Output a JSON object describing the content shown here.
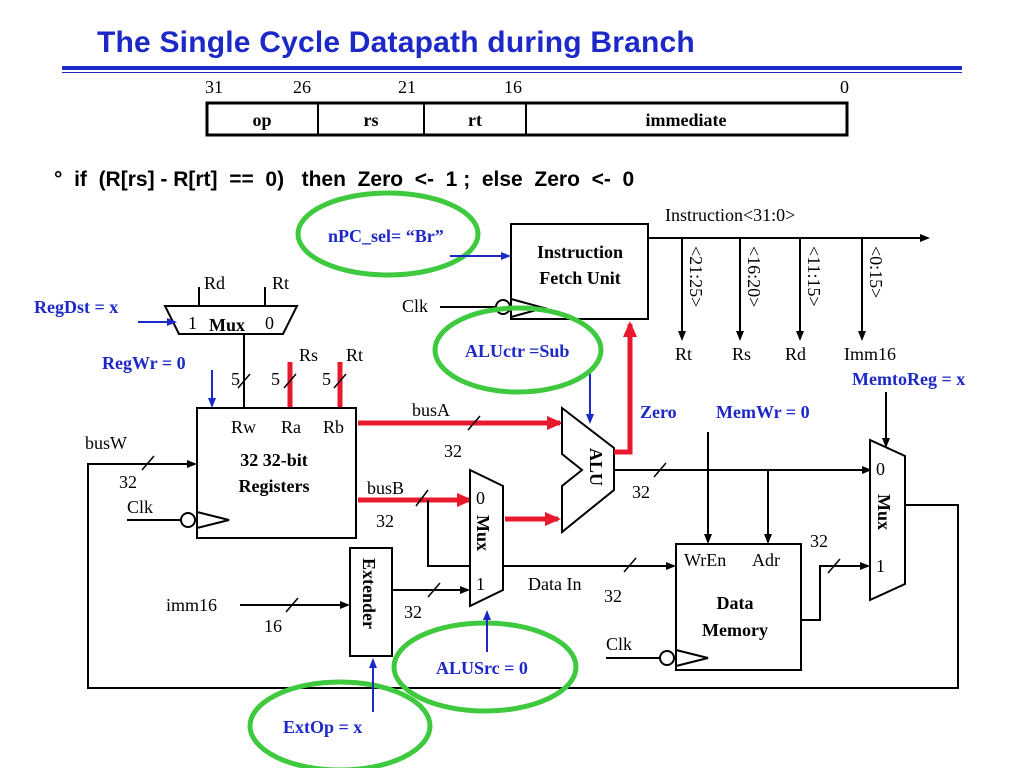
{
  "title": "The Single Cycle Datapath during Branch",
  "instruction_format": {
    "bit_positions": [
      "31",
      "26",
      "21",
      "16",
      "0"
    ],
    "fields": [
      "op",
      "rs",
      "rt",
      "immediate"
    ]
  },
  "condition_text": "°  if  (R[rs] - R[rt]  ==  0)   then  Zero  <-  1 ;  else  Zero  <-  0",
  "controls": {
    "npc_sel": "nPC_sel= “Br”",
    "regdst": "RegDst = x",
    "regwr": "RegWr = 0",
    "aluctr": "ALUctr =Sub",
    "memwr": "MemWr = 0",
    "memtoreg": "MemtoReg = x",
    "alusrc": "ALUSrc = 0",
    "extop": "ExtOp = x"
  },
  "blocks": {
    "ifu": [
      "Instruction",
      "Fetch Unit"
    ],
    "registers": [
      "32 32-bit",
      "Registers"
    ],
    "data_memory": [
      "Data",
      "Memory"
    ],
    "extender": "Extender",
    "alu": "ALU",
    "mux": "Mux"
  },
  "labels": {
    "instruction_bus": "Instruction<31:0>",
    "field_taps": [
      "<21:25>",
      "<16:20>",
      "<11:15>",
      "<0:15>"
    ],
    "field_names": [
      "Rt",
      "Rs",
      "Rd",
      "Imm16"
    ],
    "rd": "Rd",
    "rt": "Rt",
    "rs": "Rs",
    "rw": "Rw",
    "ra": "Ra",
    "rb": "Rb",
    "clk": "Clk",
    "busA": "busA",
    "busB": "busB",
    "busW": "busW",
    "zero": "Zero",
    "wren": "WrEn",
    "adr": "Adr",
    "data_in": "Data In",
    "imm16": "imm16",
    "width_32": "32",
    "width_5": "5",
    "width_16": "16",
    "mux_in0": "0",
    "mux_in1": "1"
  },
  "colors": {
    "title_blue": "#1d28c8",
    "control_blue": "#1d28c8",
    "active_path_red": "#e8192c",
    "highlight_green": "#3ec93e"
  }
}
